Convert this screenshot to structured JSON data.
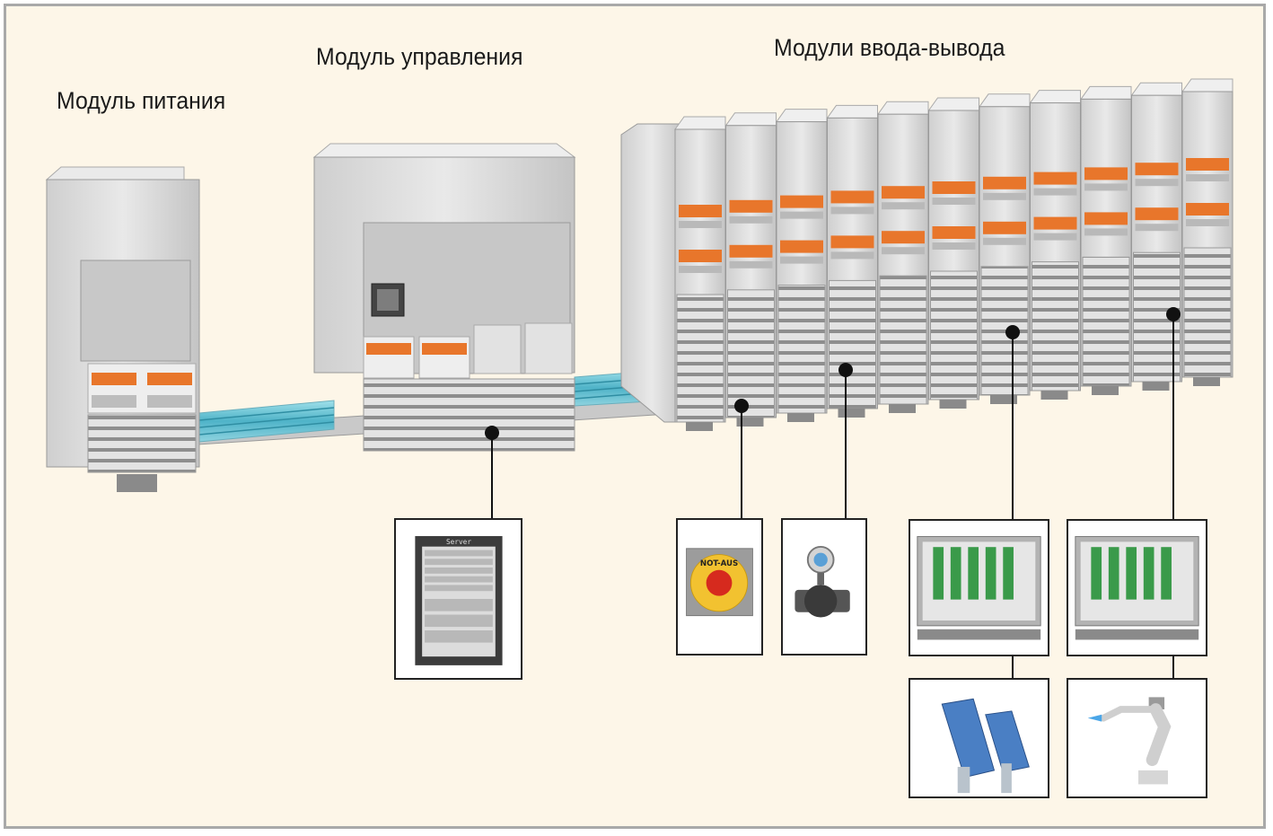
{
  "labels": {
    "power_module": "Модуль питания",
    "control_module": "Модуль управления",
    "io_modules": "Модули ввода-вывода"
  },
  "devices": {
    "server_caption": "Server",
    "estop_caption": "NOT-AUS"
  },
  "colors": {
    "background": "#fdf6e8",
    "frame": "#a9a9a9",
    "module_body": "#dcdcdc",
    "terminal_orange": "#e8762b",
    "bus_cable": "#5ec4d6",
    "line": "#111111"
  }
}
